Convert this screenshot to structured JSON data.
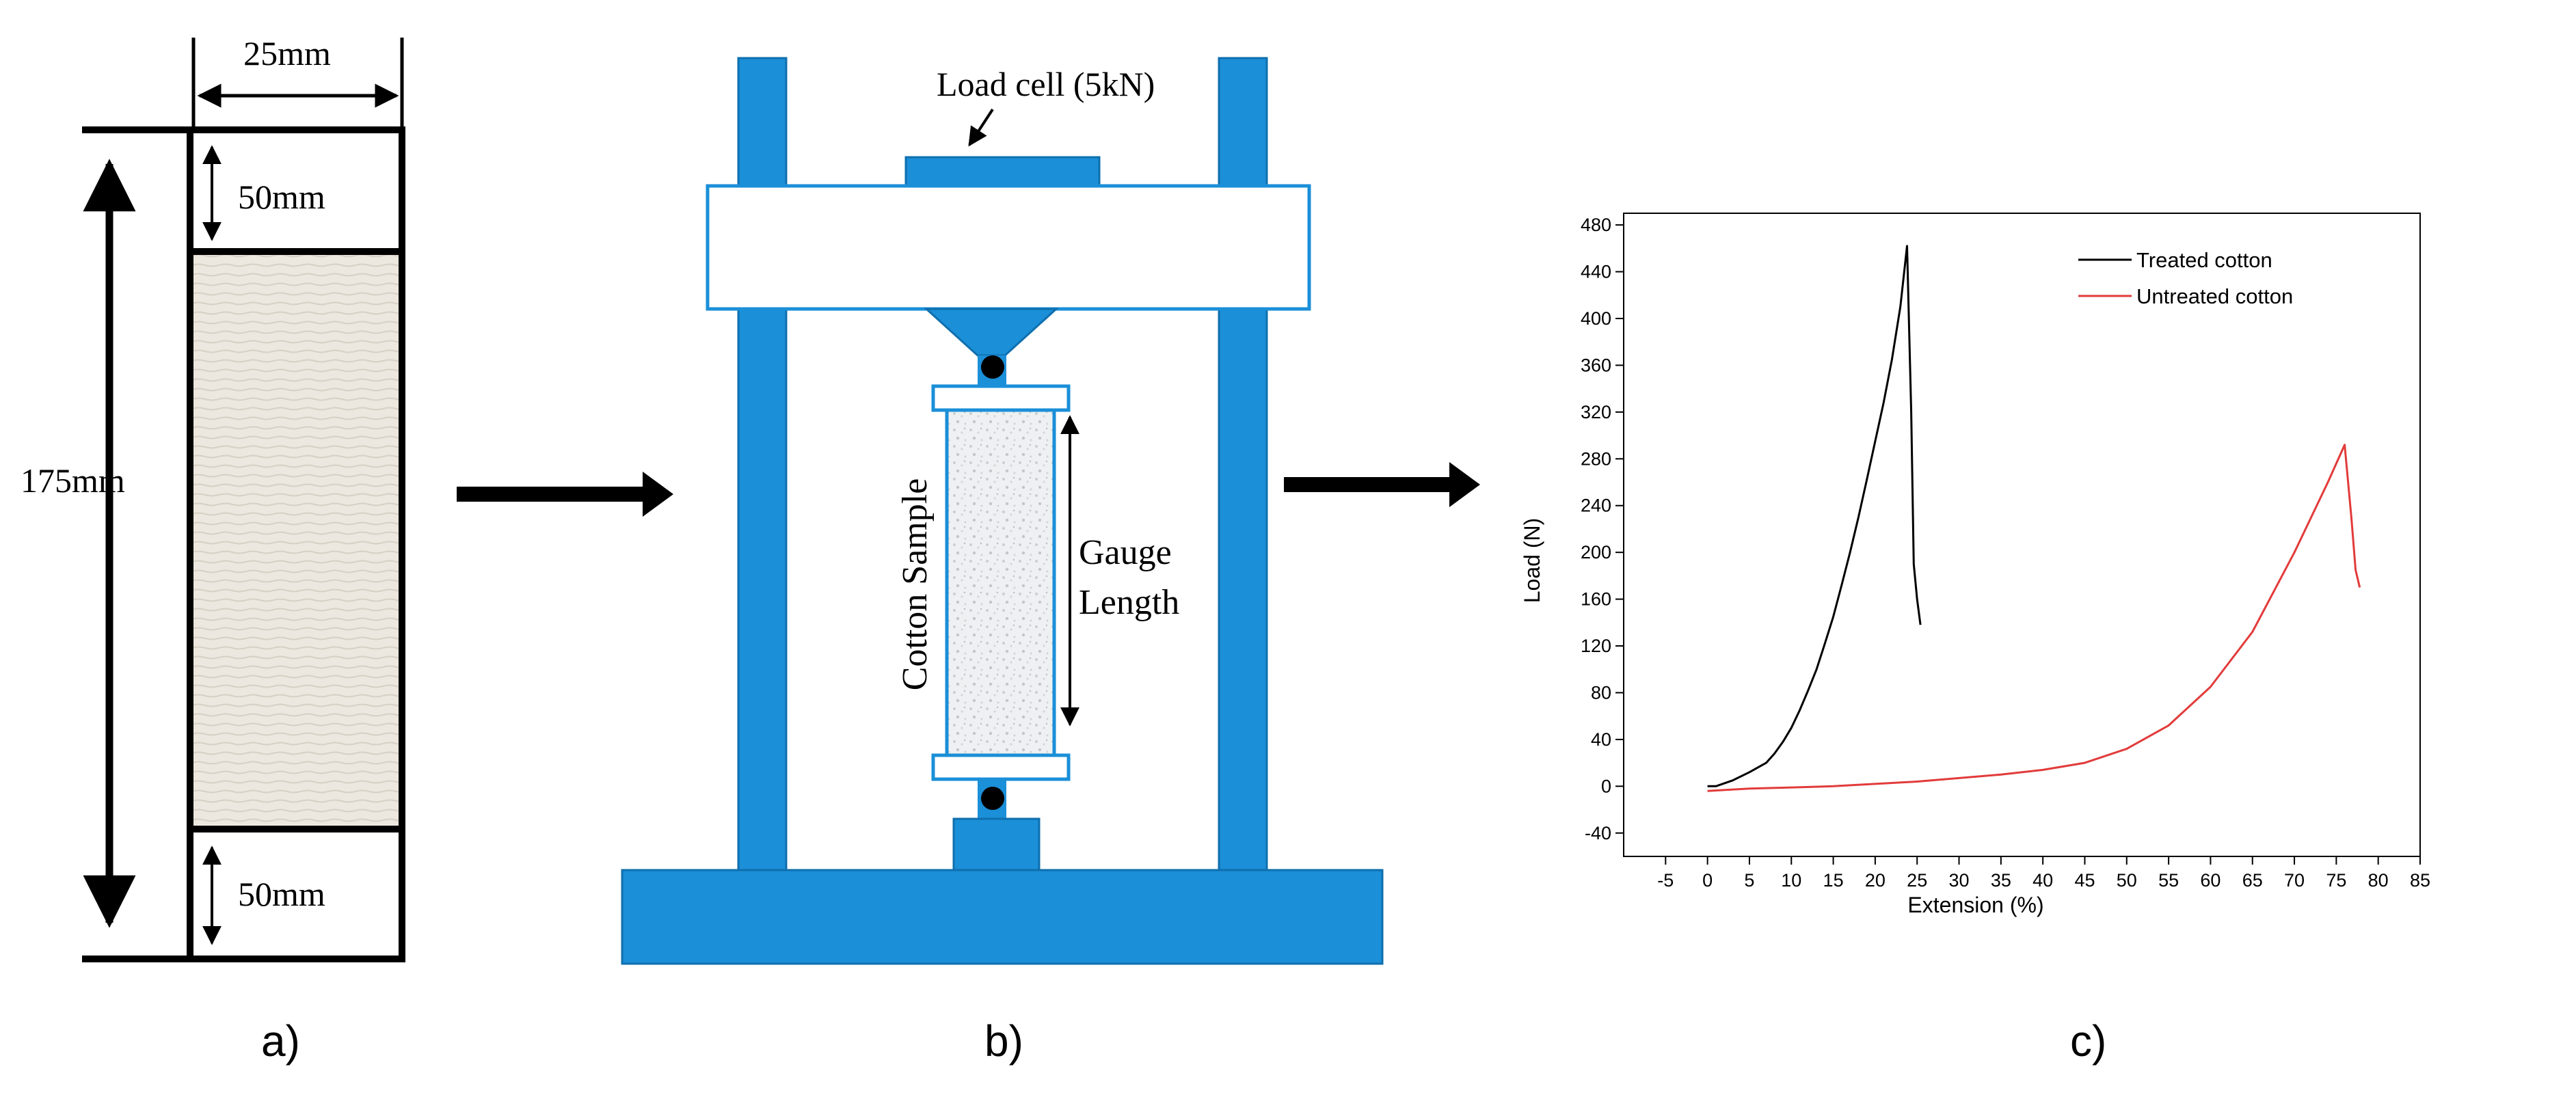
{
  "colors": {
    "machine_blue": "#1b8fd8",
    "treated_line": "#000000",
    "untreated_line": "#e23b3b",
    "fabric": "#e9e4dc"
  },
  "panel_a": {
    "width_label": "25mm",
    "height_label": "175mm",
    "top_grip_label": "50mm",
    "bottom_grip_label": "50mm",
    "caption": "a)"
  },
  "panel_b": {
    "load_cell_label": "Load cell (5kN)",
    "sample_label": "Cotton Sample",
    "gauge_label_line1": "Gauge",
    "gauge_label_line2": "Length",
    "caption": "b)"
  },
  "panel_c": {
    "caption": "c)",
    "chart_data": {
      "type": "line",
      "title": "",
      "xlabel": "Extension (%)",
      "ylabel": "Load (N)",
      "xlim": [
        -10,
        85
      ],
      "ylim": [
        -60,
        490
      ],
      "x_ticks": [
        -5,
        0,
        5,
        10,
        15,
        20,
        25,
        30,
        35,
        40,
        45,
        50,
        55,
        60,
        65,
        70,
        75,
        80,
        85
      ],
      "y_ticks": [
        -40,
        0,
        40,
        80,
        120,
        160,
        200,
        240,
        280,
        320,
        360,
        400,
        440,
        480
      ],
      "grid": false,
      "legend_position": "top-right",
      "series": [
        {
          "name": "Treated cotton",
          "color": "#000000",
          "points": [
            [
              0,
              0
            ],
            [
              1,
              0
            ],
            [
              3,
              5
            ],
            [
              5,
              12
            ],
            [
              7,
              20
            ],
            [
              8,
              28
            ],
            [
              9,
              38
            ],
            [
              10,
              50
            ],
            [
              11,
              65
            ],
            [
              12,
              82
            ],
            [
              13,
              100
            ],
            [
              14,
              122
            ],
            [
              15,
              145
            ],
            [
              16,
              172
            ],
            [
              17,
              200
            ],
            [
              18,
              230
            ],
            [
              19,
              262
            ],
            [
              20,
              295
            ],
            [
              21,
              328
            ],
            [
              22,
              365
            ],
            [
              23,
              410
            ],
            [
              23.8,
              462
            ],
            [
              24.3,
              320
            ],
            [
              24.6,
              190
            ],
            [
              25,
              160
            ],
            [
              25.4,
              138
            ]
          ]
        },
        {
          "name": "Untreated cotton",
          "color": "#e23b3b",
          "points": [
            [
              0,
              -4
            ],
            [
              5,
              -2
            ],
            [
              10,
              -1
            ],
            [
              15,
              0
            ],
            [
              20,
              2
            ],
            [
              25,
              4
            ],
            [
              30,
              7
            ],
            [
              35,
              10
            ],
            [
              40,
              14
            ],
            [
              45,
              20
            ],
            [
              50,
              32
            ],
            [
              55,
              52
            ],
            [
              60,
              85
            ],
            [
              65,
              132
            ],
            [
              70,
              200
            ],
            [
              74,
              260
            ],
            [
              76,
              292
            ],
            [
              76.8,
              230
            ],
            [
              77.3,
              185
            ],
            [
              77.8,
              170
            ]
          ]
        }
      ]
    }
  }
}
